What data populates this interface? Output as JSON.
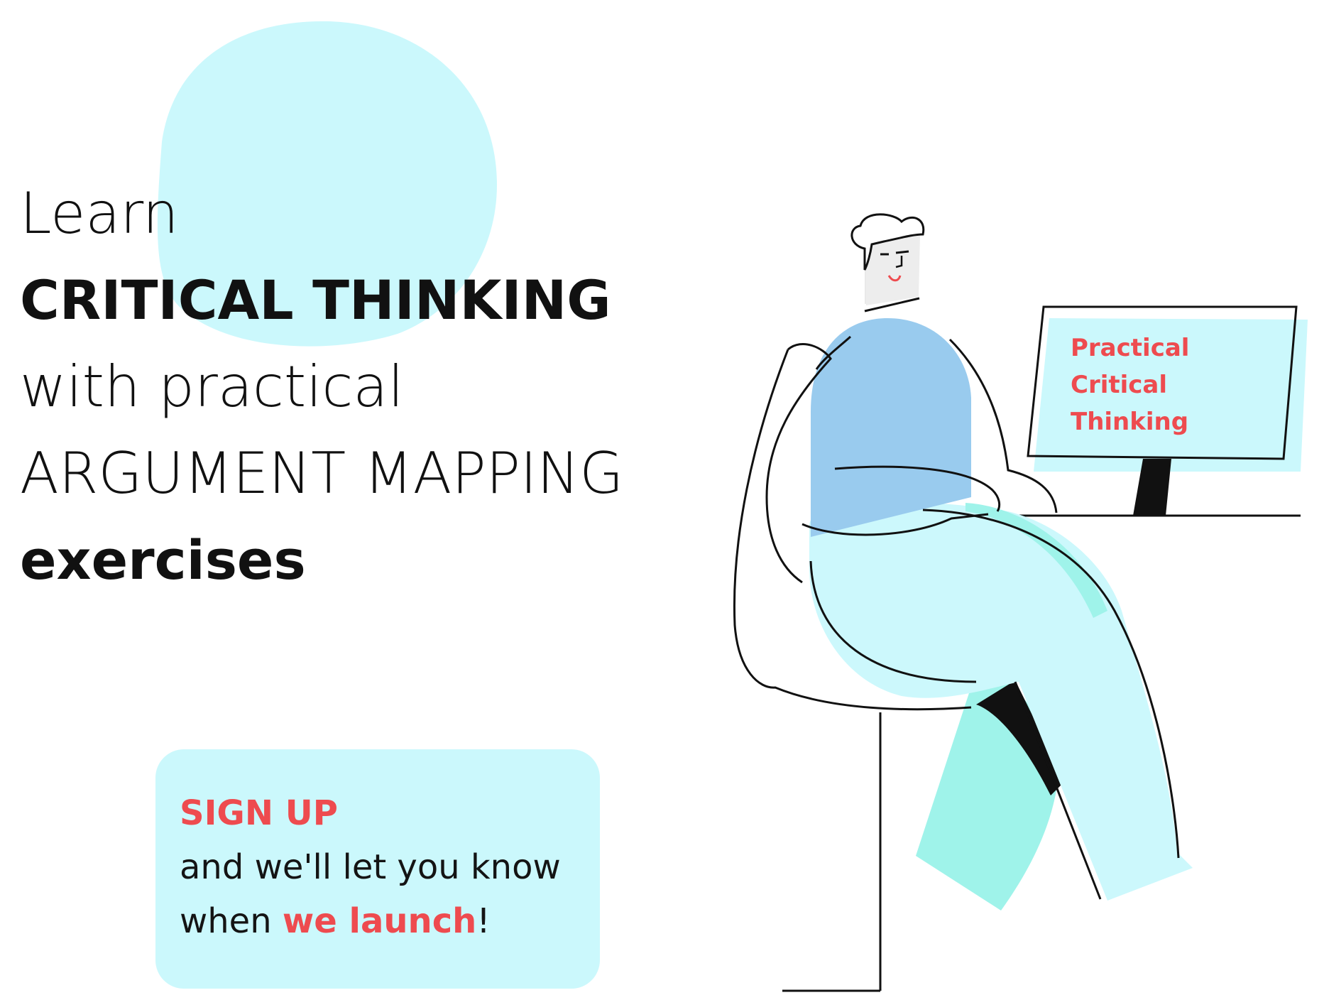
{
  "headline": {
    "line1": "Learn",
    "line2": "CRITICAL THINKING",
    "line3": "with practical",
    "line4": "ARGUMENT MAPPING",
    "line5": "exercises"
  },
  "signup": {
    "cta": "SIGN UP",
    "line2": "and we'll let you know",
    "line3_prefix": "when ",
    "line3_emphasis": "we launch",
    "line3_suffix": "!"
  },
  "monitor_screen": {
    "line1": "Practical",
    "line2": "Critical",
    "line3": "Thinking"
  },
  "colors": {
    "accent_red": "#ee4b4f",
    "light_cyan": "#cbf8fc",
    "torso_blue": "#99cbee",
    "leg_cyan": "#ccf8fc",
    "leg_teal": "#9ff3ea"
  }
}
